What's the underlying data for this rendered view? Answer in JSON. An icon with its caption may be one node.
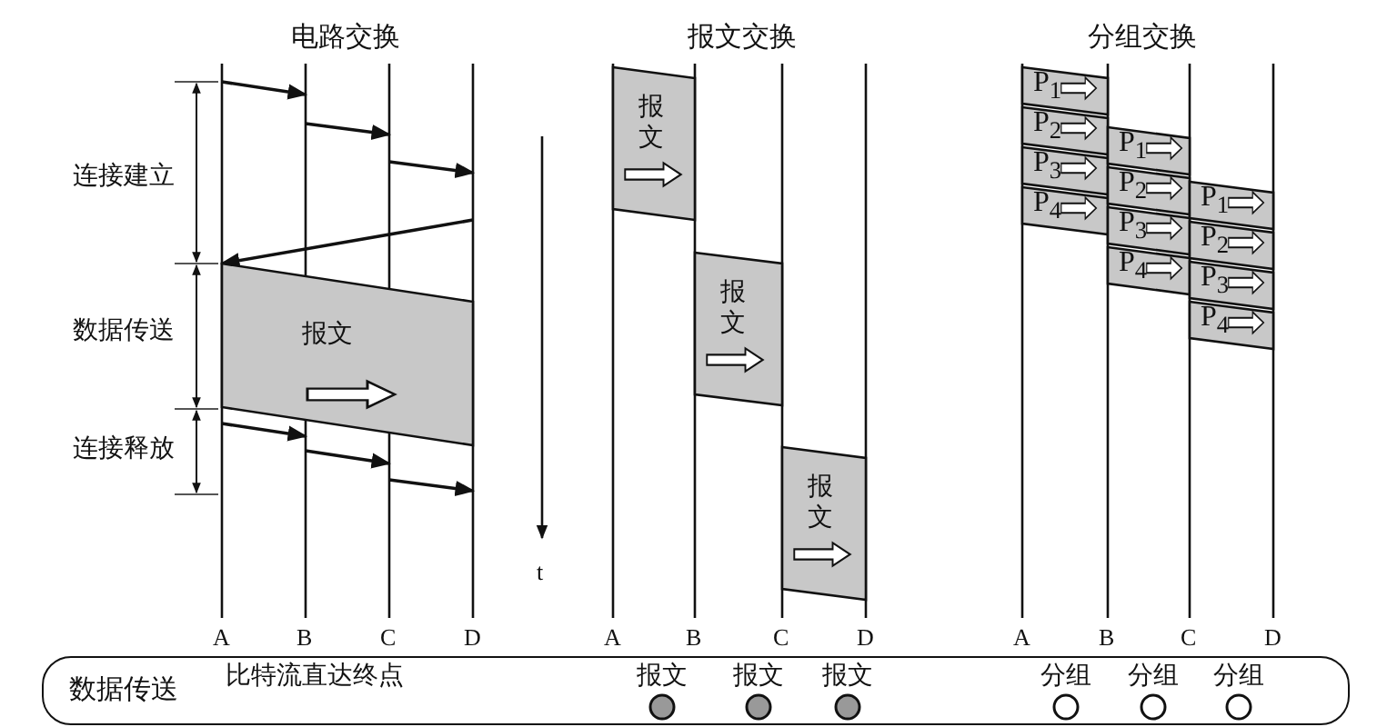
{
  "diagram": {
    "nodes": [
      {
        "text": [
          "报文"
        ]
      },
      {
        "text": [
          "报文"
        ]
      },
      {
        "text": [
          "报文"
        ]
      },
      {
        "text": [
          "报文"
        ]
      },
      {
        "text": [
          "P$_{1}$"
        ]
      },
      {
        "text": [
          "P$_{2}$"
        ]
      },
      {
        "text": [
          "P$_{3}$"
        ]
      },
      {
        "text": [
          "P$_{4}$"
        ]
      },
      {
        "text": [
          "P$_{1}$"
        ]
      },
      {
        "text": [
          "P$_{2}$"
        ]
      },
      {
        "text": [
          "P$_{3}$"
        ]
      },
      {
        "text": [
          "P$_{4}$"
        ]
      },
      {
        "text": [
          "P$_{1}$"
        ]
      },
      {
        "text": [
          "P$_{2}$"
        ]
      },
      {
        "text": [
          "P$_{3}$"
        ]
      },
      {
        "text": [
          "P$_{4}$"
        ]
      },
      {
        "text": [
          "数据传送",
          "比特流直达终点"
        ]
      },
      {
        "text": [],
        "shape": "circle",
        "beside": [
          "报文"
        ],
        "in": 16
      },
      {
        "text": [],
        "shape": "circle",
        "beside": [
          "报文"
        ],
        "in": 16
      },
      {
        "text": [],
        "shape": "circle",
        "beside": [
          "报文"
        ],
        "in": 16
      },
      {
        "text": [],
        "shape": "circle",
        "beside": [
          "分组"
        ],
        "in": 16
      },
      {
        "text": [],
        "shape": "circle",
        "beside": [
          "分组"
        ],
        "in": 16
      },
      {
        "text": [],
        "shape": "circle",
        "beside": [
          "分组"
        ],
        "in": 16
      }
    ],
    "edges": [],
    "labels": [
      "电路交换",
      "报文交换",
      "分组交换",
      "连接建立",
      "数据传送",
      "连接释放",
      "t",
      "A",
      "B",
      "C",
      "D",
      "A",
      "B",
      "C",
      "D",
      "A",
      "B",
      "C",
      "D"
    ]
  }
}
